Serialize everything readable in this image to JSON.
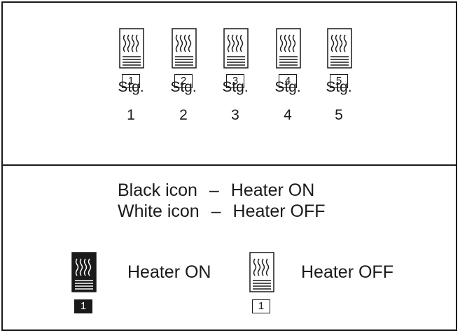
{
  "stages": [
    {
      "number": "1",
      "label": "Stg.",
      "stage_no": "1"
    },
    {
      "number": "2",
      "label": "Stg.",
      "stage_no": "2"
    },
    {
      "number": "3",
      "label": "Stg.",
      "stage_no": "3"
    },
    {
      "number": "4",
      "label": "Stg.",
      "stage_no": "4"
    },
    {
      "number": "5",
      "label": "Stg.",
      "stage_no": "5"
    }
  ],
  "legend": {
    "line1_a": "Black icon",
    "line1_dash": "–",
    "line1_b": "Heater ON",
    "line2_a": "White icon",
    "line2_dash": "–",
    "line2_b": "Heater OFF"
  },
  "examples": {
    "on_number": "1",
    "on_label": "Heater ON",
    "off_number": "1",
    "off_label": "Heater OFF"
  },
  "colors": {
    "ink": "#1a1a1a",
    "paper": "#ffffff"
  },
  "icons": {
    "heater": "heater-icon"
  }
}
